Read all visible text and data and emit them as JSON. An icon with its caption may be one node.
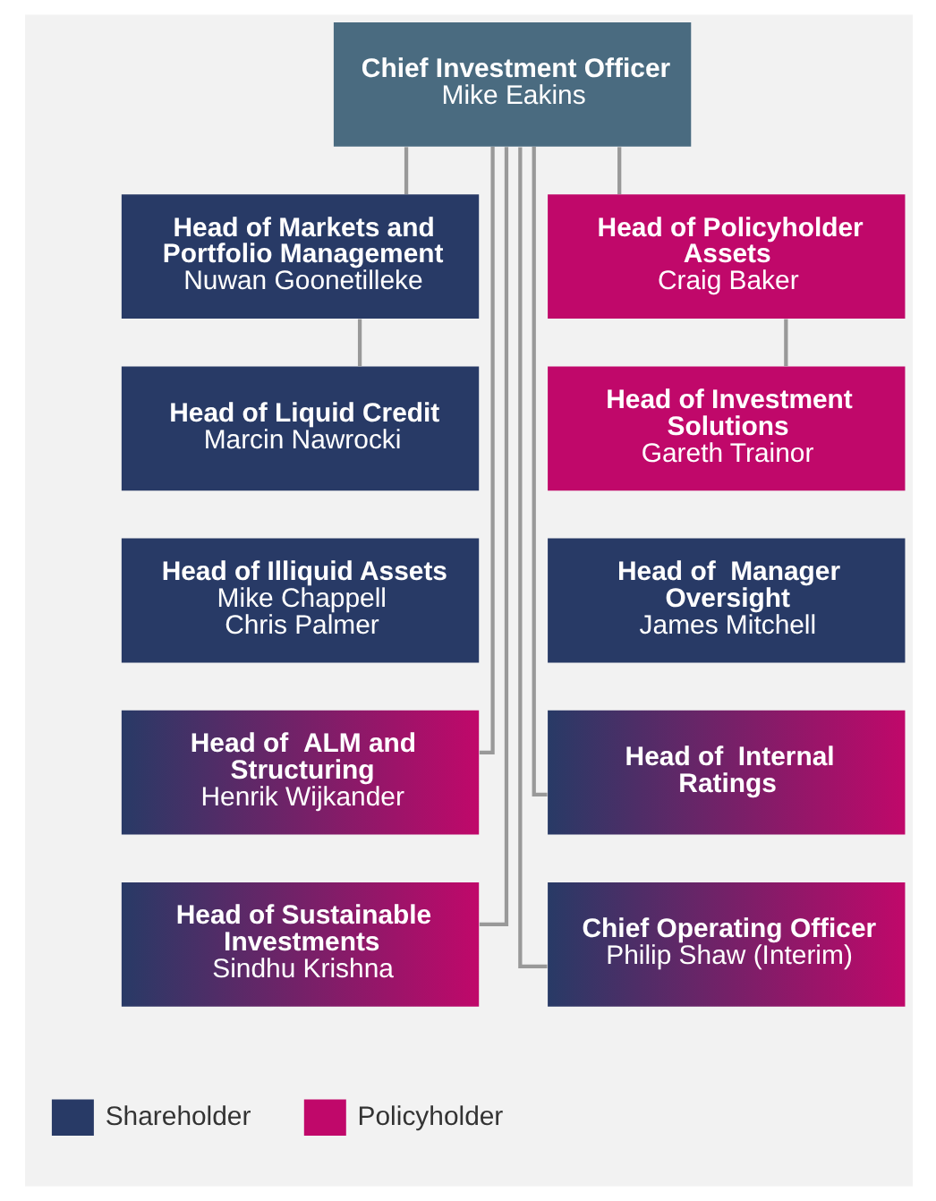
{
  "diagram": {
    "nodes": [
      {
        "text": [
          "Chief Investment Officer",
          "Mike Eakins"
        ]
      },
      {
        "text": [
          "Head of Markets and Portfolio Management",
          "Nuwan Goonetilleke"
        ]
      },
      {
        "text": [
          "Head of Policyholder Assets",
          "Craig Baker"
        ]
      },
      {
        "text": [
          "Head of Liquid Credit",
          "Marcin Nawrocki"
        ]
      },
      {
        "text": [
          "Head of Investment Solutions",
          "Gareth Trainor"
        ]
      },
      {
        "text": [
          "Head of Illiquid Assets",
          "Mike Chappell",
          "Chris Palmer"
        ]
      },
      {
        "text": [
          "Head of  Manager Oversight",
          "James Mitchell"
        ]
      },
      {
        "text": [
          "Head of  ALM and Structuring",
          "Henrik Wijkander"
        ]
      },
      {
        "text": [
          "Head of  Internal Ratings"
        ]
      },
      {
        "text": [
          "Head of Sustainable Investments",
          "Sindhu Krishna"
        ]
      },
      {
        "text": [
          "Chief Operating Officer",
          "Philip Shaw (Interim)"
        ]
      }
    ],
    "edges": [
      {
        "from": 0,
        "to": 1,
        "arrow": "none"
      },
      {
        "from": 0,
        "to": 2,
        "arrow": "none"
      },
      {
        "from": 1,
        "to": 3,
        "arrow": "none"
      },
      {
        "from": 2,
        "to": 4,
        "arrow": "none"
      },
      {
        "from": 0,
        "to": 7,
        "arrow": "none"
      },
      {
        "from": 0,
        "to": 8,
        "arrow": "none"
      },
      {
        "from": 0,
        "to": 9,
        "arrow": "none"
      },
      {
        "from": 0,
        "to": 10,
        "arrow": "none"
      }
    ],
    "legend": [
      {
        "text": "Shareholder",
        "color": "#283a66"
      },
      {
        "text": "Policyholder",
        "color": "#c0086a"
      }
    ]
  }
}
